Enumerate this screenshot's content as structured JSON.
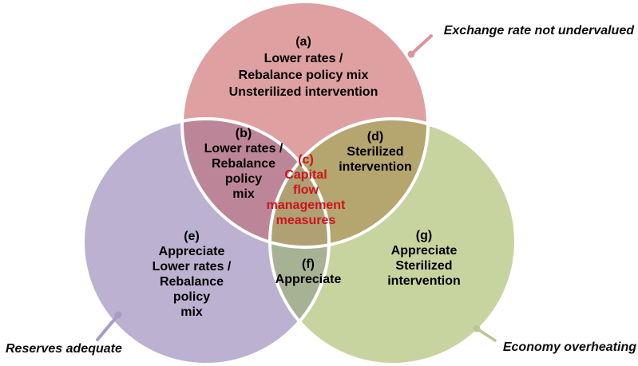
{
  "diagram": {
    "type": "venn",
    "background": "#ffffff",
    "annotations": {
      "exchange": {
        "label": "Exchange rate not undervalued"
      },
      "reserves": {
        "label": "Reserves adequate"
      },
      "economy": {
        "label": "Economy overheating"
      }
    },
    "regions": [
      {
        "key": "a",
        "circles": [
          "exchange"
        ],
        "text": "(a)\nLower rates /\nRebalance policy mix\nUnsterilized intervention"
      },
      {
        "key": "b",
        "circles": [
          "exchange",
          "reserves"
        ],
        "text": "(b)\nLower rates /\nRebalance\npolicy\nmix"
      },
      {
        "key": "c",
        "circles": [
          "exchange",
          "reserves",
          "economy"
        ],
        "text": "(c)\nCapital\nflow\nmanagement\nmeasures",
        "text_color": "#cb141d"
      },
      {
        "key": "d",
        "circles": [
          "exchange",
          "economy"
        ],
        "text": "(d)\nSterilized\nintervention"
      },
      {
        "key": "e",
        "circles": [
          "reserves"
        ],
        "text": "(e)\nAppreciate\nLower rates /\nRebalance\npolicy\nmix"
      },
      {
        "key": "f",
        "circles": [
          "reserves",
          "economy"
        ],
        "text": "(f)\nAppreciate"
      },
      {
        "key": "g",
        "circles": [
          "economy"
        ],
        "text": "(g)\nAppreciate\nSterilized\nintervention"
      }
    ],
    "palette": {
      "exchange_circle": "#dea0a1",
      "reserves_circle": "#bcb1d0",
      "economy_circle": "#c8d4a0",
      "overlap_b": "#bd8698",
      "overlap_d": "#b5a56e",
      "overlap_f": "#a7b193",
      "overlap_c": "#b1a074",
      "circle_outline": "#ffffff",
      "leader_exchange": "#d9959b",
      "leader_reserves": "#a99bc7",
      "leader_economy": "#b8c791",
      "capital_flow_text": "#cb141d"
    }
  }
}
